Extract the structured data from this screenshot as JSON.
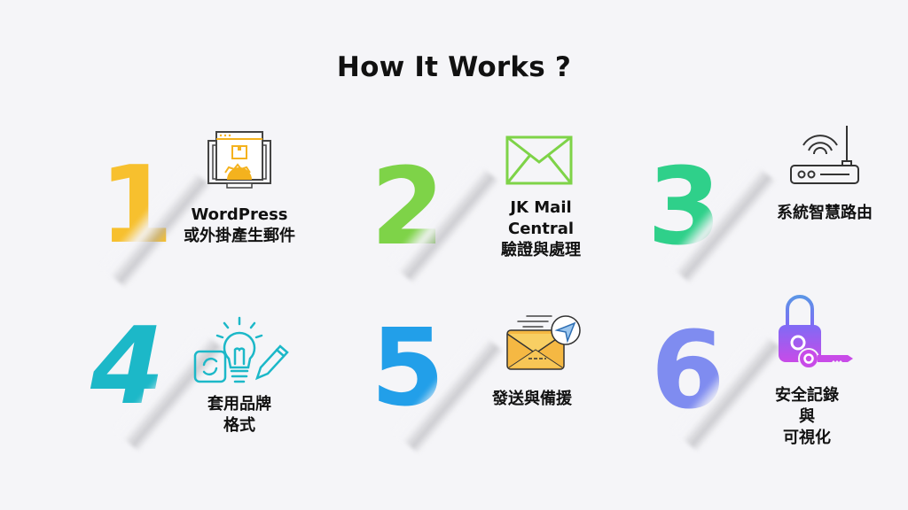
{
  "title": "How It Works ?",
  "steps": [
    {
      "number": "1",
      "color": "#f7c02e",
      "icon": "computer-settings-icon",
      "lines": [
        "WordPress",
        "或外掛產生郵件"
      ]
    },
    {
      "number": "2",
      "color": "#7ed348",
      "icon": "envelope-icon",
      "lines": [
        "JK Mail",
        "Central",
        "驗證與處理"
      ]
    },
    {
      "number": "3",
      "color": "#2fd08a",
      "icon": "wifi-router-icon",
      "lines": [
        "系統智慧路由"
      ]
    },
    {
      "number": "4",
      "color": "#1cb8c8",
      "icon": "lightbulb-pencil-icon",
      "lines": [
        "套用品牌",
        "格式"
      ]
    },
    {
      "number": "5",
      "color": "#229fe9",
      "icon": "send-mail-icon",
      "lines": [
        "發送與備援"
      ]
    },
    {
      "number": "6",
      "color": "#7f8cf0",
      "icon": "lock-key-icon",
      "lines": [
        "安全記錄",
        "與",
        "可視化"
      ]
    }
  ]
}
